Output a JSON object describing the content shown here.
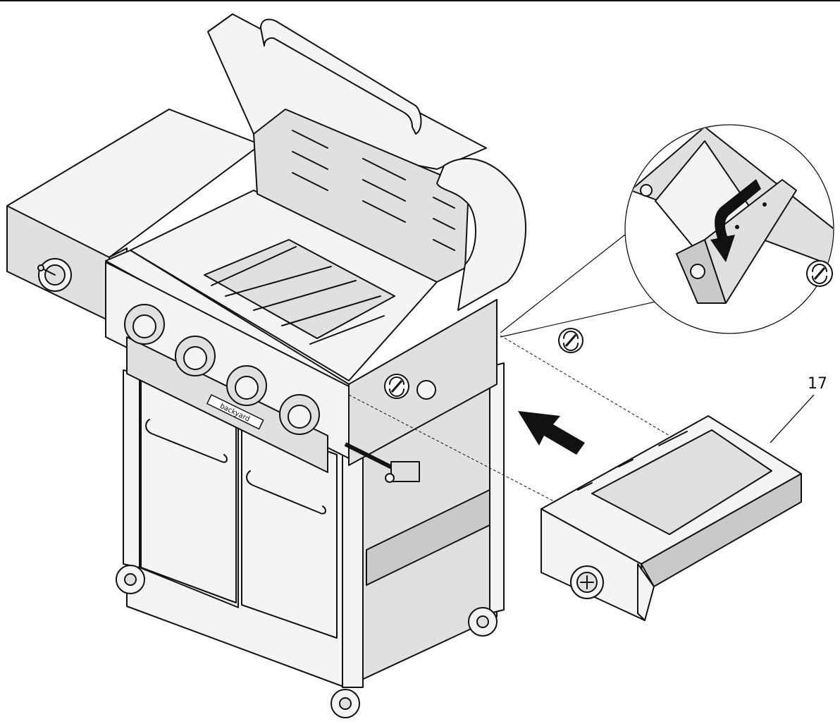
{
  "diagram": {
    "part_callout": "17",
    "brand_plate": "backyard",
    "colors": {
      "ink": "#111111",
      "panel": "#f2f2f2",
      "mid": "#d6d6d6",
      "dark": "#9a9a9a"
    },
    "icons": [
      "grill-assembly-illustration",
      "side-shelf-illustration",
      "detail-magnifier-icon",
      "screwdriver-rotate-icon",
      "install-direction-arrow-icon",
      "insert-arrow-icon"
    ]
  }
}
